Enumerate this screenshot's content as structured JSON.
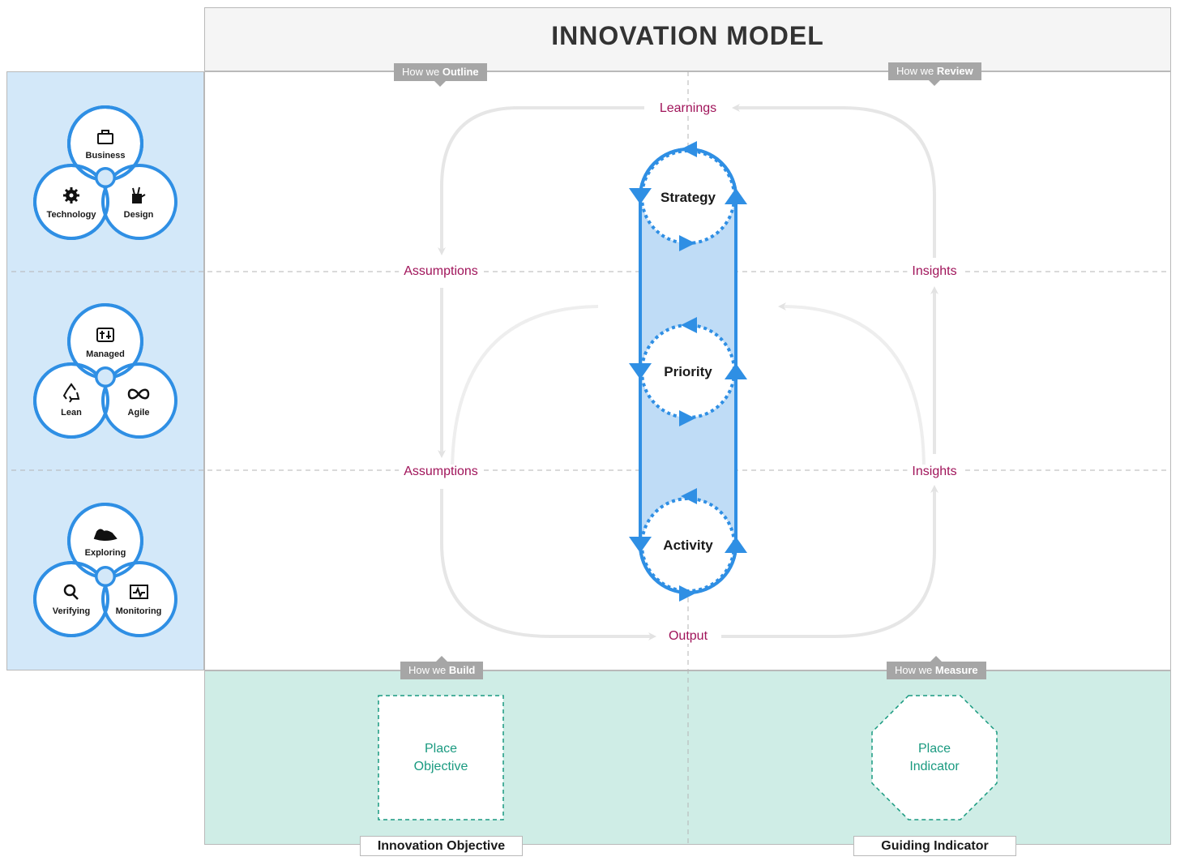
{
  "title": "INNOVATION MODEL",
  "tags": {
    "outline": {
      "prefix": "How we",
      "emphasis": "Outline"
    },
    "review": {
      "prefix": "How we",
      "emphasis": "Review"
    },
    "build": {
      "prefix": "How we",
      "emphasis": "Build"
    },
    "measure": {
      "prefix": "How we",
      "emphasis": "Measure"
    }
  },
  "flow_labels": {
    "learnings": "Learnings",
    "assumptions_top": "Assumptions",
    "assumptions_bottom": "Assumptions",
    "insights_top": "Insights",
    "insights_bottom": "Insights",
    "output": "Output"
  },
  "loop_nodes": [
    "Strategy",
    "Priority",
    "Activity"
  ],
  "venn_groups": [
    {
      "top": "Business",
      "left": "Technology",
      "right": "Design",
      "icons": [
        "briefcase-icon",
        "gear-icon",
        "paint-brush-icon"
      ]
    },
    {
      "top": "Managed",
      "left": "Lean",
      "right": "Agile",
      "icons": [
        "control-panel-icon",
        "recycle-icon",
        "infinity-icon"
      ]
    },
    {
      "top": "Exploring",
      "left": "Verifying",
      "right": "Monitoring",
      "icons": [
        "fedora-hat-icon",
        "magnifier-icon",
        "heartbeat-monitor-icon"
      ]
    }
  ],
  "placeholders": {
    "objective": [
      "Place",
      "Objective"
    ],
    "indicator": [
      "Place",
      "Indicator"
    ]
  },
  "footer": {
    "objective": "Innovation Objective",
    "indicator": "Guiding Indicator"
  },
  "colors": {
    "loop_blue": "#2f8fe4",
    "loop_fill": "#bfdcf6",
    "flow_label": "#a0145a",
    "flow_arrow": "#e6e6e6",
    "left_panel": "#d3e8f9",
    "bottom_panel": "#cfede6",
    "placeholder_border": "#1a9a80",
    "tag": "#a6a6a6"
  }
}
